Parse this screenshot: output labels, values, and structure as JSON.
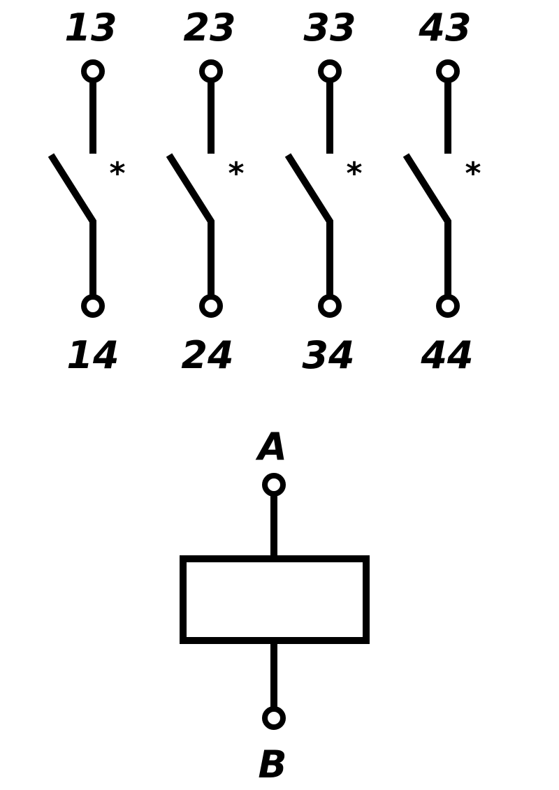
{
  "contacts": [
    {
      "top_label": "13",
      "bottom_label": "14",
      "marker": "*"
    },
    {
      "top_label": "23",
      "bottom_label": "24",
      "marker": "*"
    },
    {
      "top_label": "33",
      "bottom_label": "34",
      "marker": "*"
    },
    {
      "top_label": "43",
      "bottom_label": "44",
      "marker": "*"
    }
  ],
  "coil": {
    "top_label": "A",
    "bottom_label": "B"
  },
  "colors": {
    "line": "#000000",
    "background": "#ffffff"
  }
}
